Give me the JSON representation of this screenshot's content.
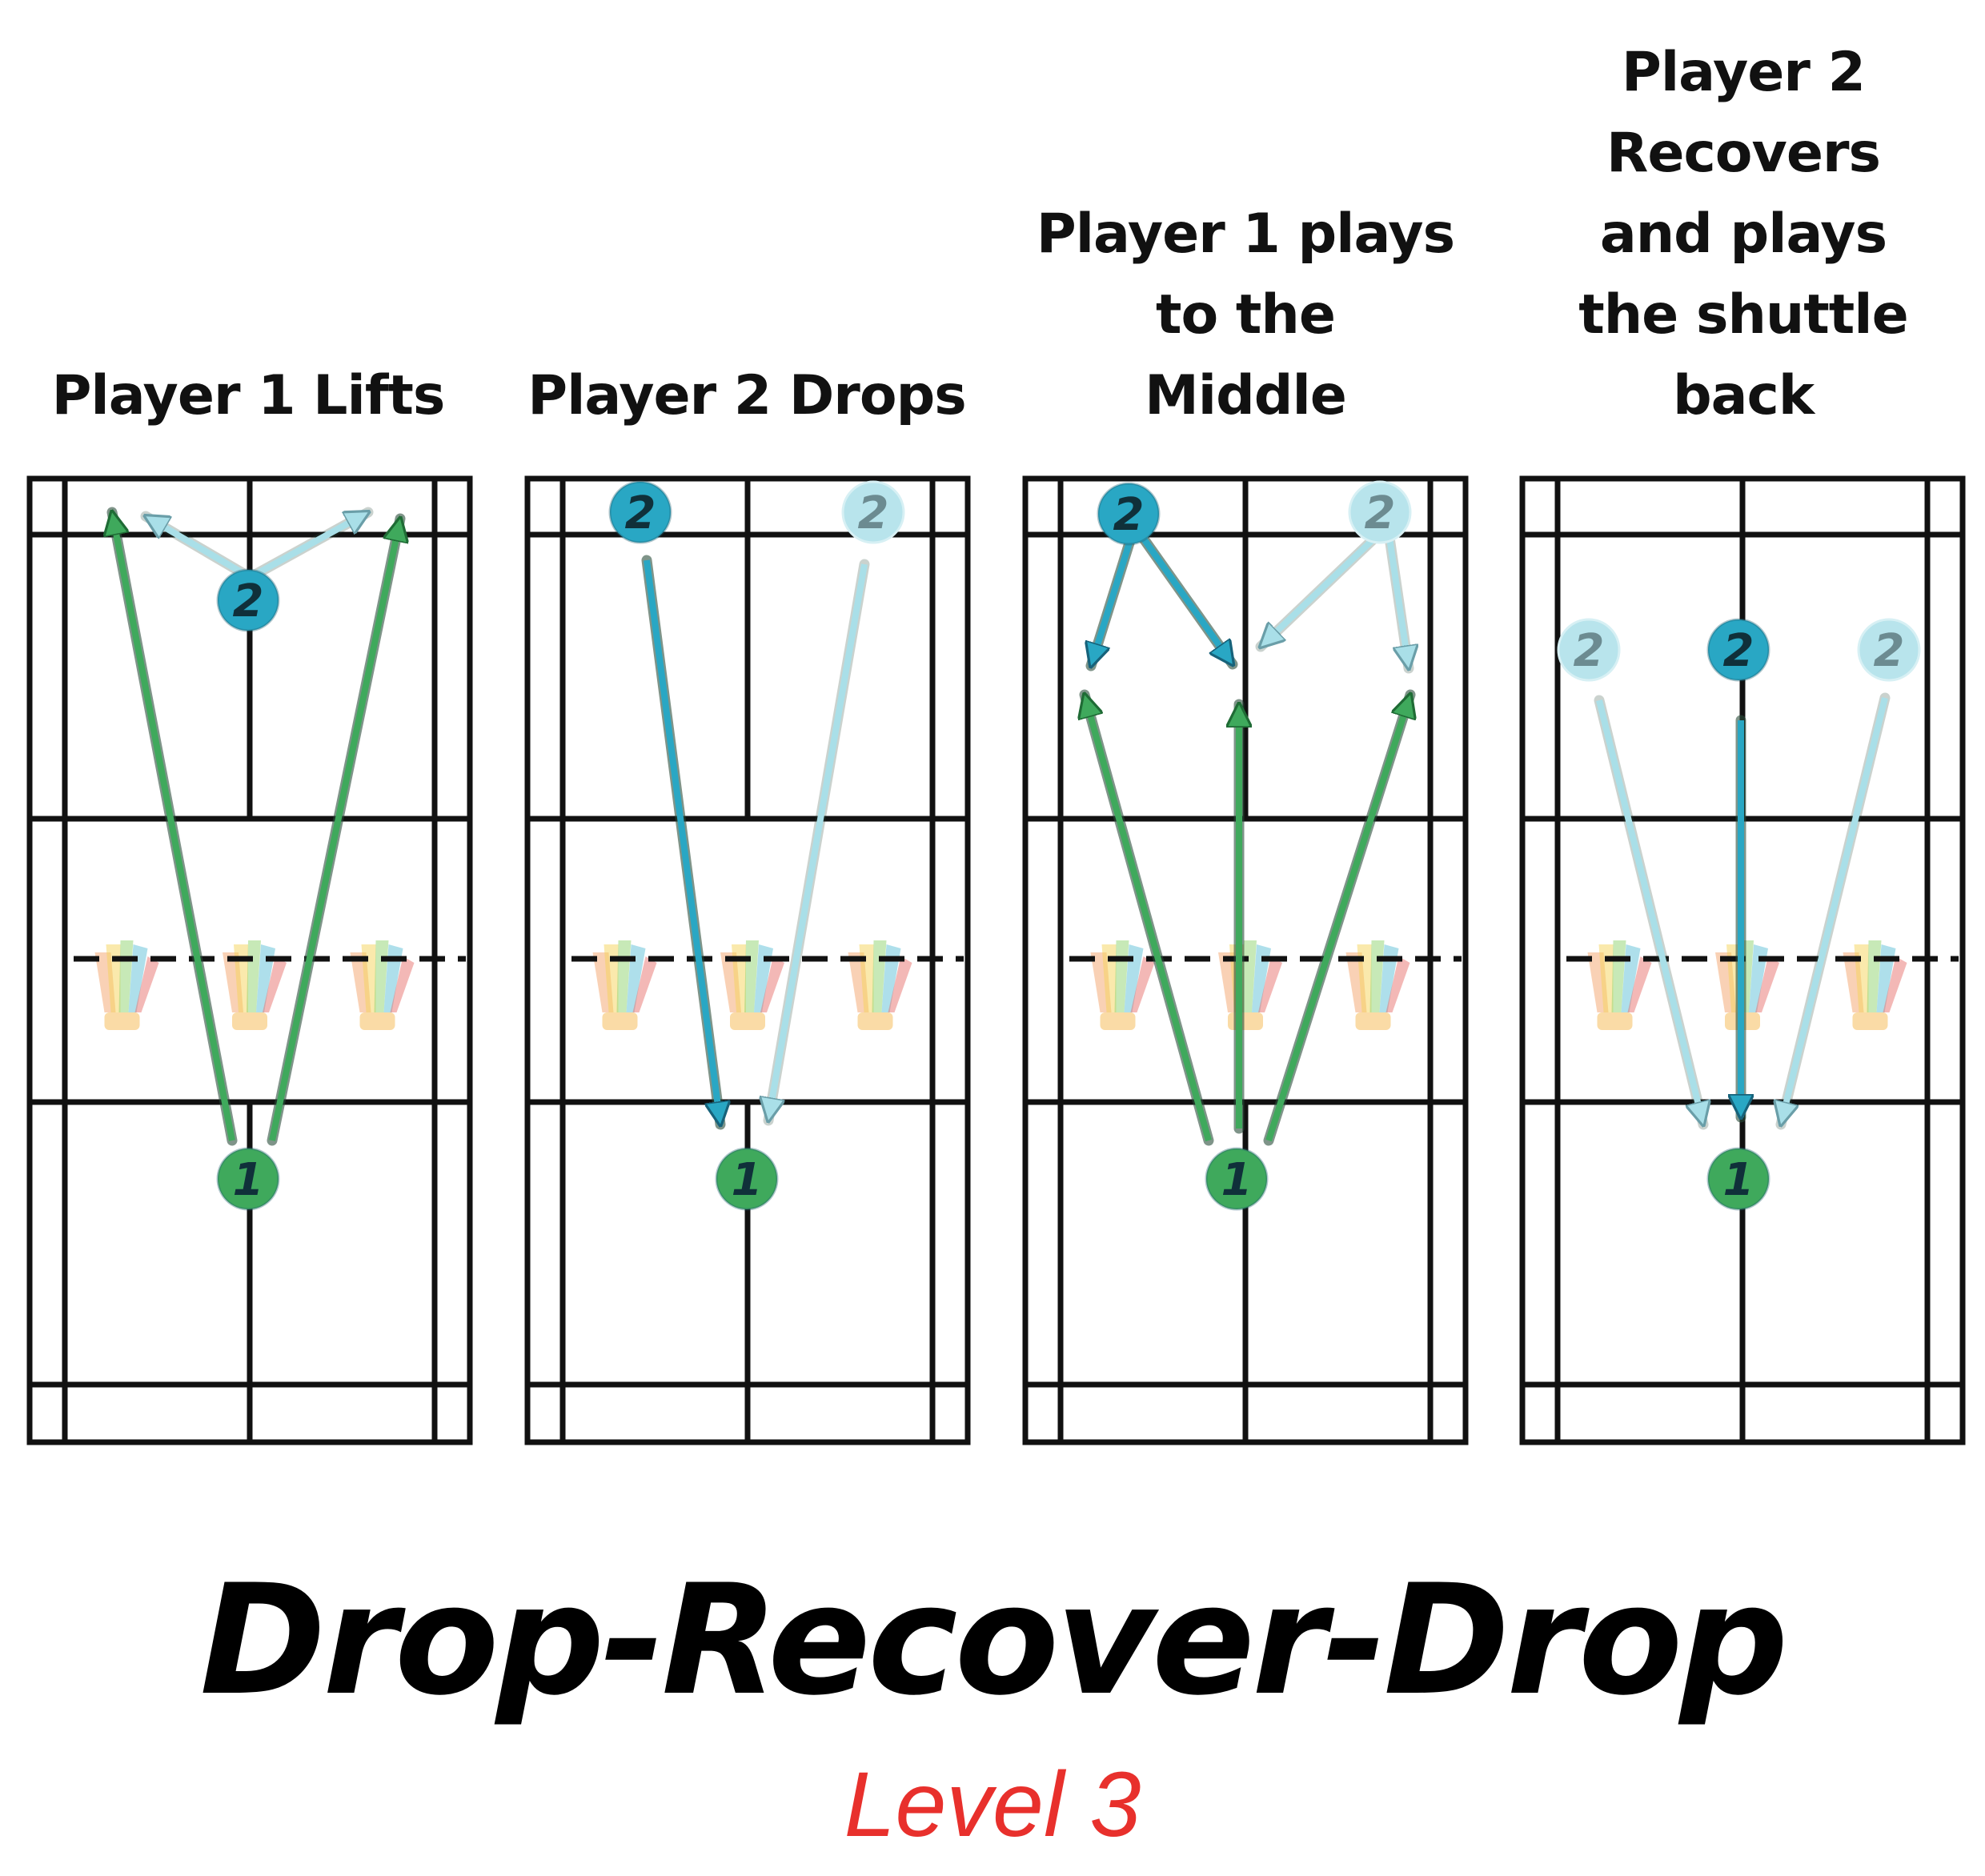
{
  "panels": [
    {
      "title_lines": [
        "Player 1 Lifts"
      ]
    },
    {
      "title_lines": [
        "Player 2 Drops"
      ]
    },
    {
      "title_lines": [
        "Player 1 plays",
        "to the",
        "Middle"
      ]
    },
    {
      "title_lines": [
        "Player 2",
        "Recovers",
        "and plays",
        "the shuttle",
        "back"
      ]
    }
  ],
  "player_labels": {
    "p1": "1",
    "p2": "2"
  },
  "title": "Drop-Recover-Drop",
  "subtitle": "Level 3",
  "colors": {
    "court_lines": "#111111",
    "player1": "#3fa95c",
    "player2": "#29a7c4",
    "player2_faded": "#a9dfe8",
    "subtitle": "#e8302c"
  },
  "icons": [
    "shuttlecock-icon"
  ]
}
